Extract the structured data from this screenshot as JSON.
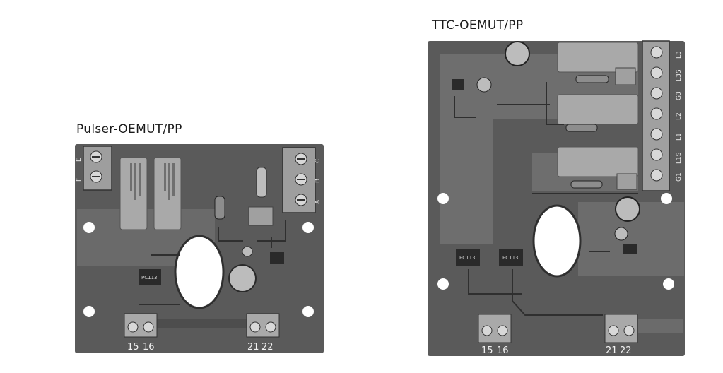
{
  "boards": [
    {
      "title": "Pulser-OEMUT/PP",
      "terminals_bottom": [
        "15",
        "16",
        "21",
        "22"
      ],
      "terminals_side": [
        "A",
        "B",
        "C"
      ],
      "terminals_left": [
        "E",
        "F"
      ],
      "chip_label": "PC113"
    },
    {
      "title": "TTC-OEMUT/PP",
      "terminals_bottom": [
        "15",
        "16",
        "21",
        "22"
      ],
      "terminals_side": [
        "L3",
        "L3S",
        "G3",
        "L2",
        "L1",
        "L1S",
        "G1"
      ],
      "chip_label": "PC113"
    }
  ],
  "colors": {
    "pcb": "#5a5a5a",
    "pcb_dark": "#3d3d3d",
    "pcb_light": "#8a8a8a",
    "relay": "#a9a9a9",
    "terminal": "#b5b5b5",
    "background": "#ffffff"
  }
}
